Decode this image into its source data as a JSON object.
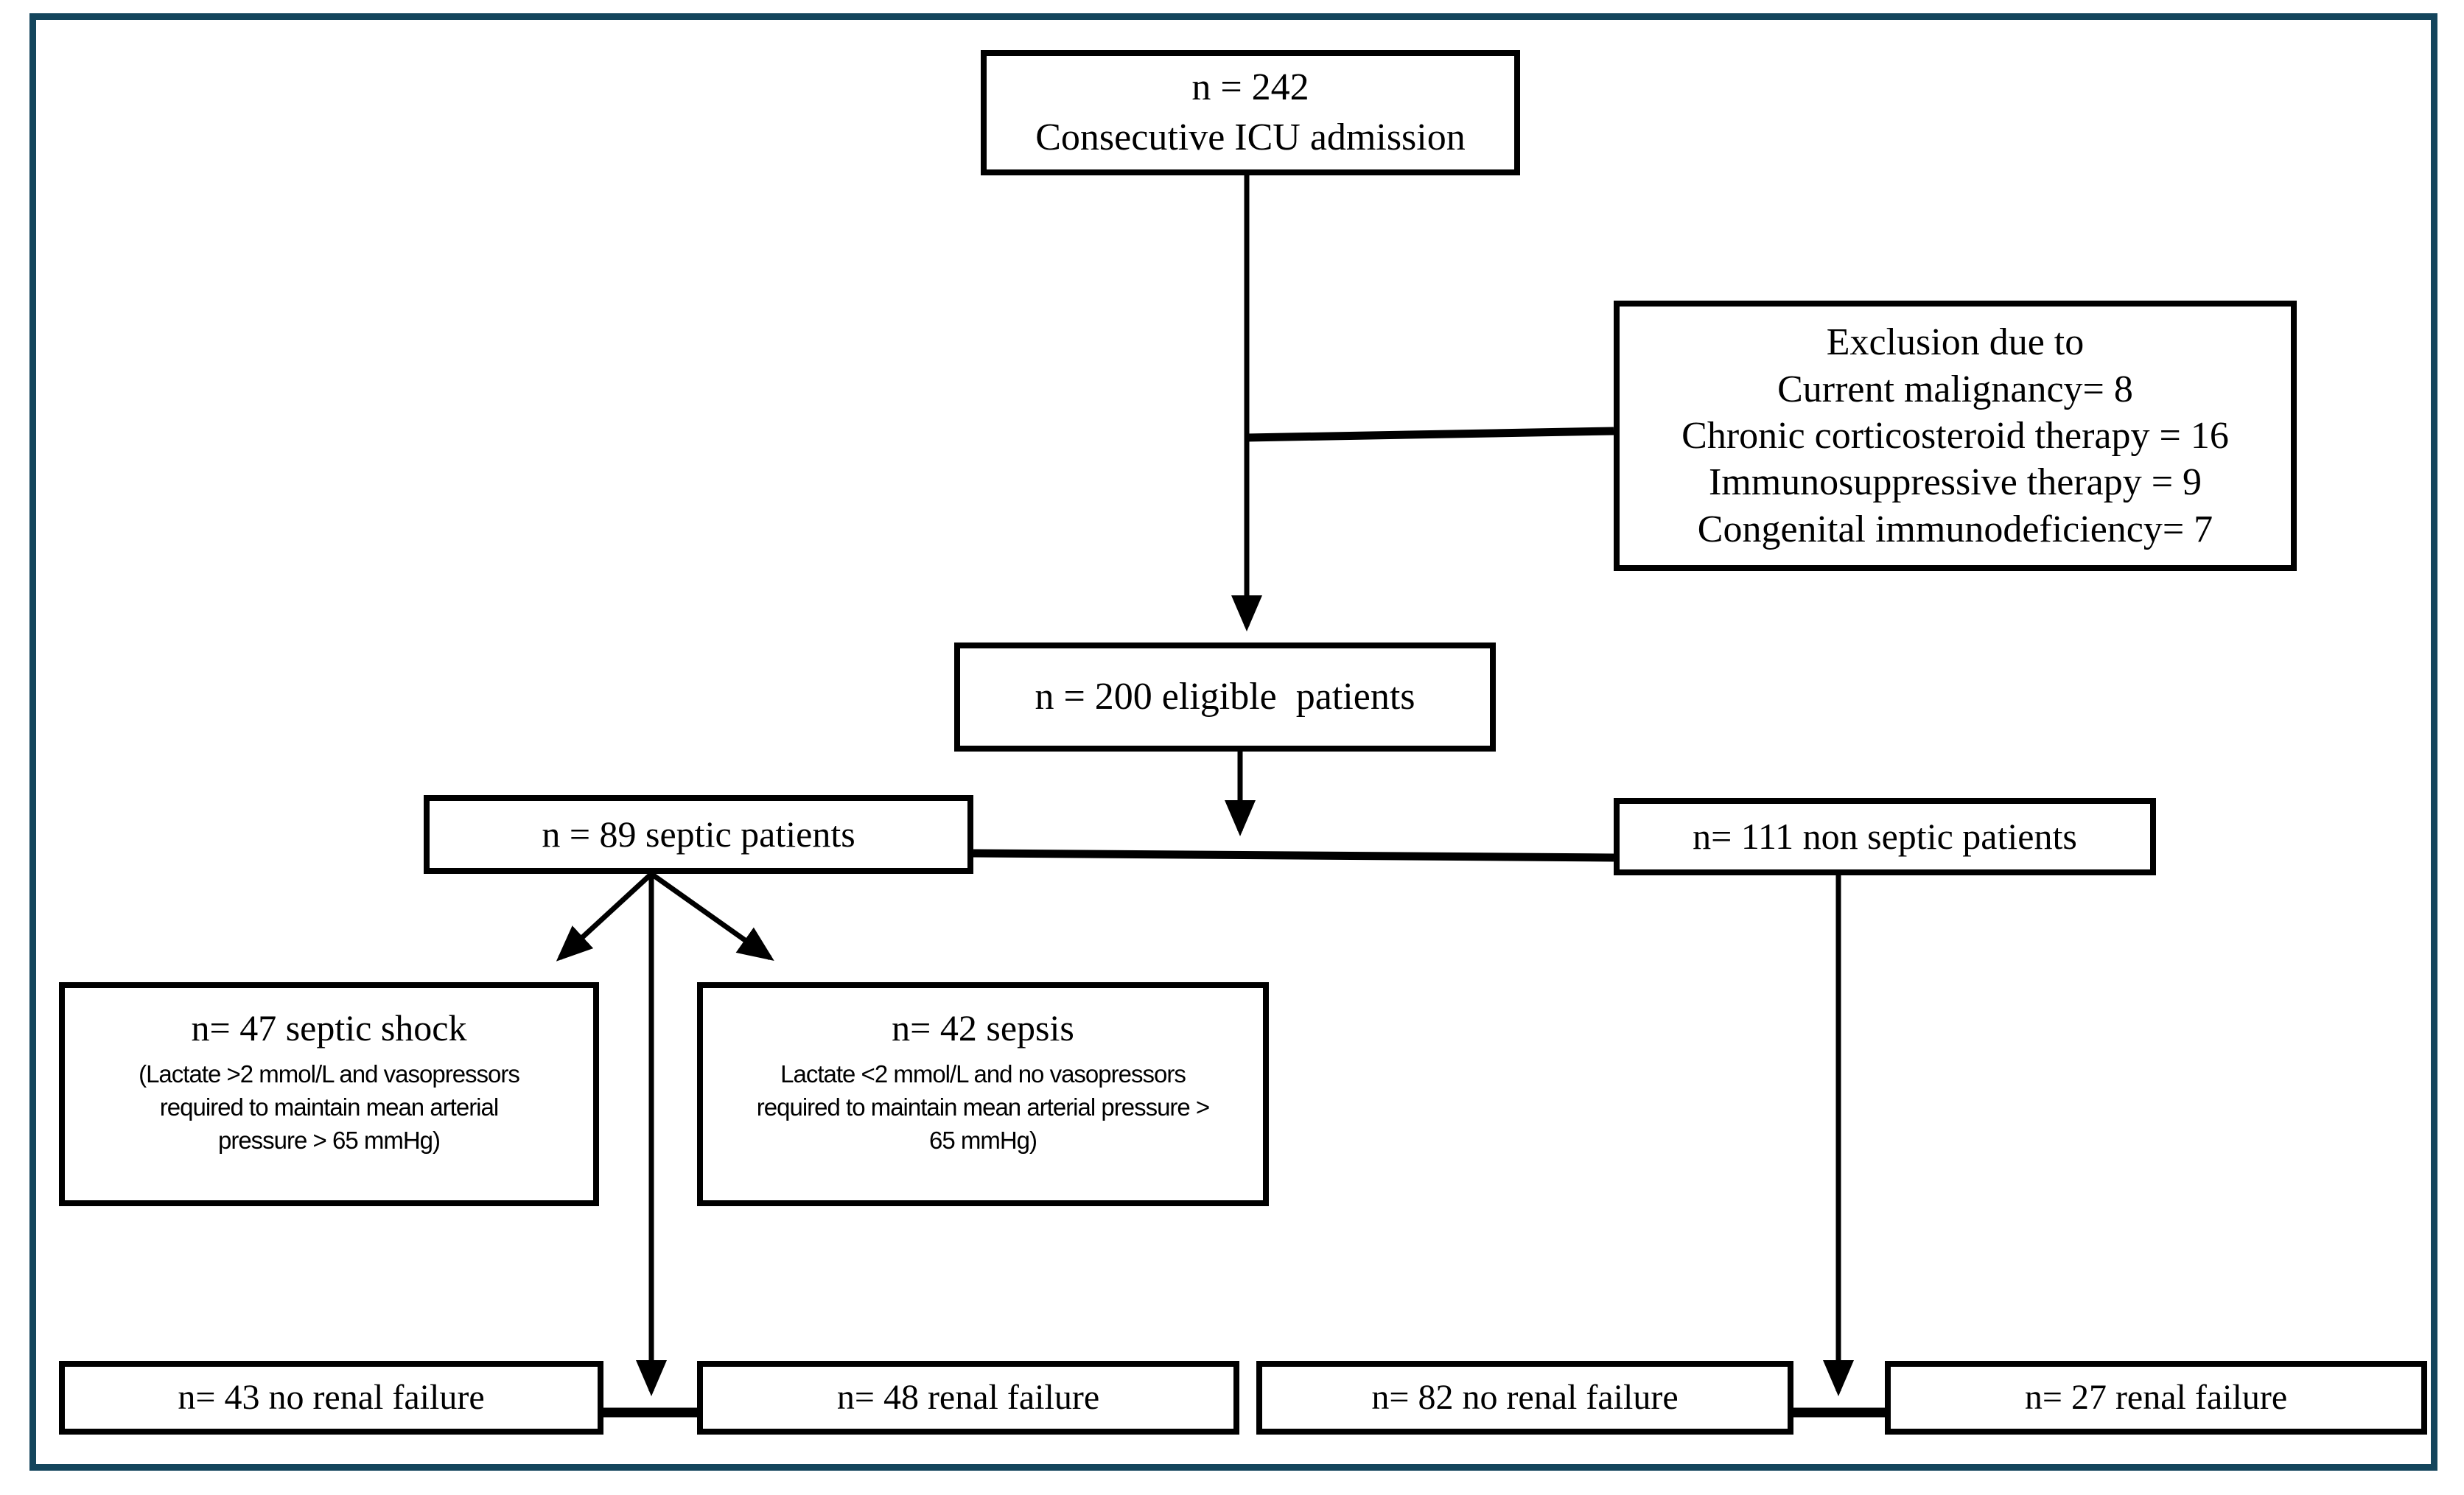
{
  "colors": {
    "frame_border": "#14455c",
    "box_border": "#000000",
    "background": "#ffffff",
    "line": "#000000"
  },
  "boxes": {
    "admission": {
      "line1": "n = 242",
      "line2": "Consecutive ICU admission"
    },
    "exclusion": {
      "lines": [
        "Exclusion due to",
        "Current malignancy= 8",
        "Chronic corticosteroid therapy = 16",
        "Immunosuppressive therapy = 9",
        "Congenital immunodeficiency= 7"
      ]
    },
    "eligible": {
      "text": "n = 200 eligible  patients"
    },
    "septic": {
      "text": "n = 89 septic patients"
    },
    "nonseptic": {
      "text": "n= 111 non septic patients"
    },
    "septic_shock": {
      "title": "n= 47 septic shock",
      "desc_lines": [
        "(Lactate >2 mmol/L and vasopressors",
        "required to maintain mean arterial",
        "pressure > 65 mmHg)"
      ]
    },
    "sepsis": {
      "title": "n= 42 sepsis",
      "desc_lines": [
        "Lactate <2 mmol/L and no vasopressors",
        "required to maintain mean arterial pressure >",
        "65 mmHg)"
      ]
    },
    "septic_no_renal": {
      "text": "n= 43 no renal failure"
    },
    "septic_renal": {
      "text": "n= 48 renal failure"
    },
    "nonseptic_no_renal": {
      "text": "n= 82 no renal failure"
    },
    "nonseptic_renal": {
      "text": "n= 27 renal failure"
    }
  }
}
